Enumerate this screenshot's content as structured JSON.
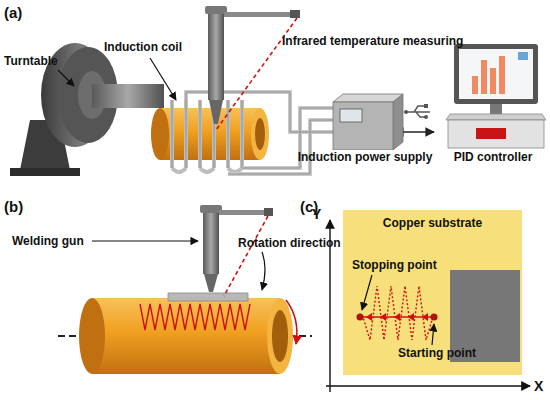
{
  "diagram": {
    "nodes": [
      {
        "text": [
          "Induction power supply"
        ]
      },
      {
        "text": [
          "PID controller"
        ]
      },
      {
        "text": [
          "Copper substrate"
        ]
      }
    ],
    "edges": [
      {
        "from": 0,
        "to": 1,
        "arrow": "both"
      }
    ],
    "labels": [
      "(a)",
      "Turntable",
      "Induction coil",
      "Infrared temperature measuring",
      "(b)",
      "Welding gun",
      "Rotation direction",
      "(c)",
      "Y",
      "X",
      "Stopping point",
      "Starting point"
    ]
  }
}
